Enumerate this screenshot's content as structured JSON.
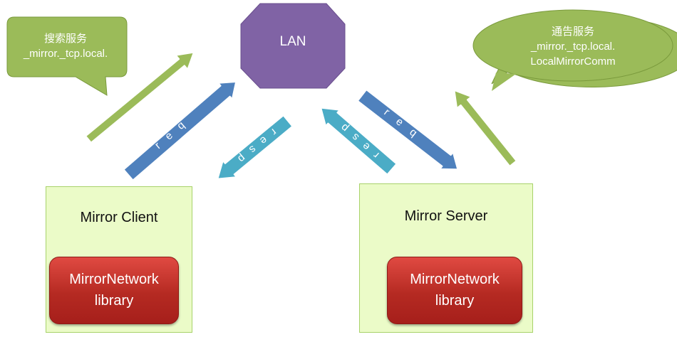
{
  "colors": {
    "lan_fill": "#8063a5",
    "callout_fill": "#9bbb59",
    "green_arrow": "#9bbb59",
    "blue_arrow": "#4f81bd",
    "teal_arrow": "#4bacc6",
    "node_fill": "#ebfbc8",
    "library_fill": "#c0392b"
  },
  "lan": {
    "label": "LAN"
  },
  "callout_browse": {
    "line1": "搜索服务",
    "line2": "_mirror._tcp.local."
  },
  "callout_advertise": {
    "line1": "通告服务",
    "line2": "_mirror._tcp.local.",
    "line3": "LocalMirrorComm"
  },
  "arrows": {
    "client_req_label": "req",
    "client_resp_label": "resp",
    "server_resp_label": "resp",
    "server_req_label": "req"
  },
  "client": {
    "title": "Mirror Client",
    "library_line1": "MirrorNetwork",
    "library_line2": "library"
  },
  "server": {
    "title": "Mirror Server",
    "library_line1": "MirrorNetwork",
    "library_line2": "library"
  }
}
